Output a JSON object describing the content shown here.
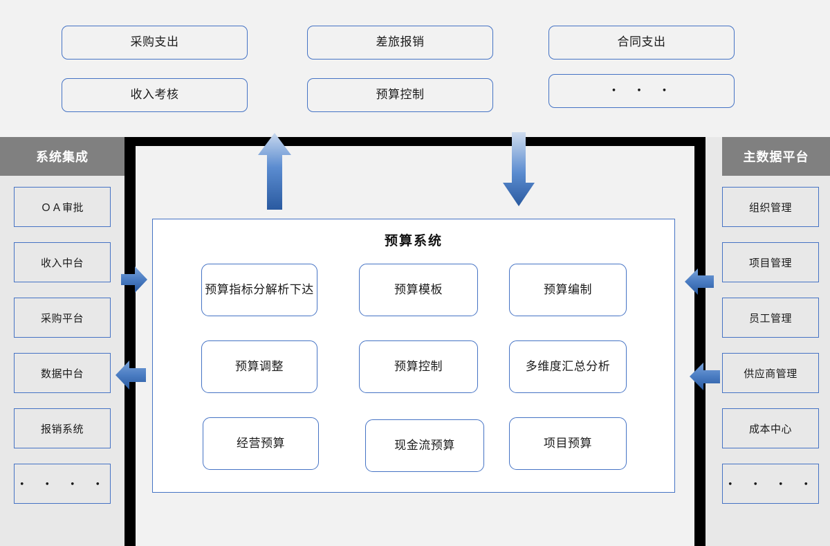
{
  "colors": {
    "canvas_bg": "#f2f2f2",
    "outline_blue": "#4472c4",
    "frame_black": "#000000",
    "panel_header_gray": "#808080",
    "panel_bg": "#e8e8e8",
    "inner_panel_white": "#ffffff",
    "arrow_blue_dark": "#2e5fa3",
    "arrow_blue_light": "#c5d6ee"
  },
  "top_sources": {
    "row1": [
      {
        "label": "采购支出"
      },
      {
        "label": "差旅报销"
      },
      {
        "label": "合同支出"
      }
    ],
    "row2": [
      {
        "label": "收入考核"
      },
      {
        "label": "预算控制"
      },
      {
        "label": "・ ・ ・"
      }
    ]
  },
  "left_panel": {
    "title": "系统集成",
    "items": [
      {
        "label": "ＯＡ审批"
      },
      {
        "label": "收入中台"
      },
      {
        "label": "采购平台"
      },
      {
        "label": "数据中台"
      },
      {
        "label": "报销系统"
      },
      {
        "label": "・ ・ ・ ・"
      }
    ]
  },
  "right_panel": {
    "title": "主数据平台",
    "items": [
      {
        "label": "组织管理"
      },
      {
        "label": "项目管理"
      },
      {
        "label": "员工管理"
      },
      {
        "label": "供应商管理"
      },
      {
        "label": "成本中心"
      },
      {
        "label": "・ ・ ・ ・"
      }
    ]
  },
  "budget_system": {
    "title": "预算系统",
    "modules": [
      {
        "label": "预算指标分解析下达"
      },
      {
        "label": "预算模板"
      },
      {
        "label": "预算编制"
      },
      {
        "label": "预算调整"
      },
      {
        "label": "预算控制"
      },
      {
        "label": "多维度汇总分析"
      },
      {
        "label": "经营预算"
      },
      {
        "label": "现金流预算"
      },
      {
        "label": "项目预算"
      }
    ]
  },
  "arrows": [
    {
      "name": "arrow-up-to-sources",
      "direction": "up"
    },
    {
      "name": "arrow-down-from-sources",
      "direction": "down"
    },
    {
      "name": "arrow-right-left-panel-top",
      "direction": "right"
    },
    {
      "name": "arrow-left-left-panel-bottom",
      "direction": "left"
    },
    {
      "name": "arrow-left-right-panel-top",
      "direction": "left"
    },
    {
      "name": "arrow-left-right-panel-bottom",
      "direction": "left"
    }
  ]
}
